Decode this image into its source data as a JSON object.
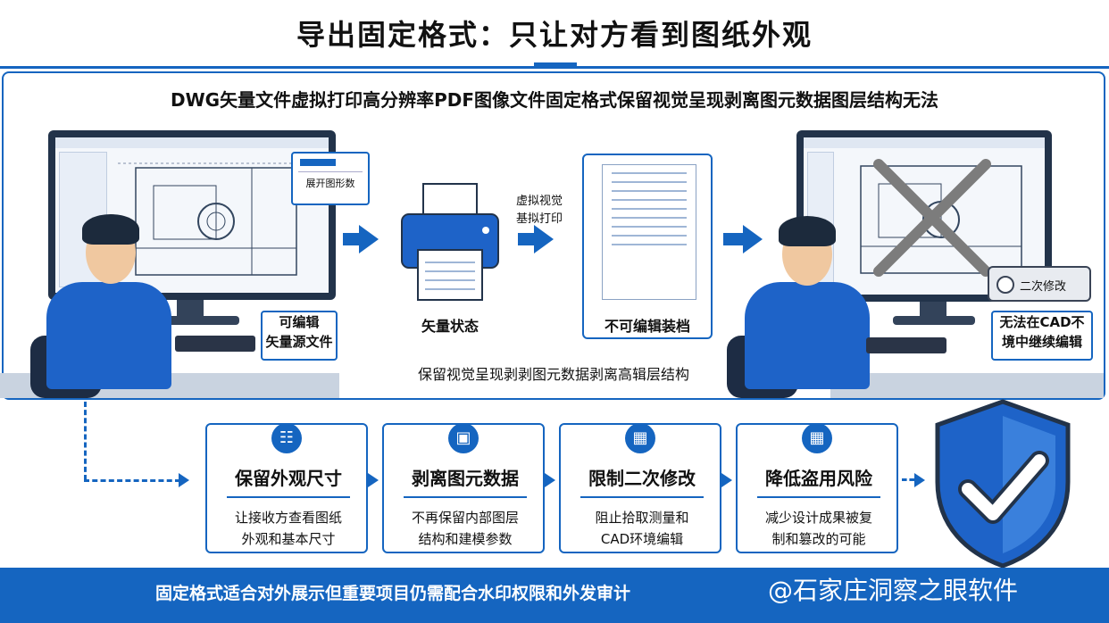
{
  "title": "导出固定格式：只让对方看到图纸外观",
  "subtitle": "DWG矢量文件虚拟打印高分辨率PDF图像文件固定格式保留视觉呈现剥离图元数据图层结构无法",
  "left_label_1": "可编辑",
  "left_label_2": "矢量源文件",
  "popup_text": "展开图形数",
  "printer_caption": "矢量状态",
  "print_note_1": "虚拟视觉",
  "print_note_2": "基拟打印",
  "doc_caption": "不可编辑装档",
  "right_button_text": "二次修改",
  "right_label_1": "无法在CAD不",
  "right_label_2": "境中继续编辑",
  "mid_note": "保留视觉呈现剥剥图元数据剥离高辑层结构",
  "cards": [
    {
      "icon": "ruler-icon",
      "title": "保留外观尺寸",
      "desc1": "让接收方查看图纸",
      "desc2": "外观和基本尺寸"
    },
    {
      "icon": "layers-icon",
      "title": "剥离图元数据",
      "desc1": "不再保留内部图层",
      "desc2": "结构和建模参数"
    },
    {
      "icon": "cube-icon",
      "title": "限制二次修改",
      "desc1": "阻止拾取测量和",
      "desc2": "CAD环境编辑"
    },
    {
      "icon": "calendar-icon",
      "title": "降低盗用风险",
      "desc1": "减少设计成果被复",
      "desc2": "制和篡改的可能"
    }
  ],
  "footer": "固定格式适合对外展示但重要项目仍需配合水印权限和外发审计",
  "watermark": "@石家庄洞察之眼软件",
  "colors": {
    "accent": "#1565c0",
    "dark": "#22334a",
    "check": "#1e63c8"
  }
}
